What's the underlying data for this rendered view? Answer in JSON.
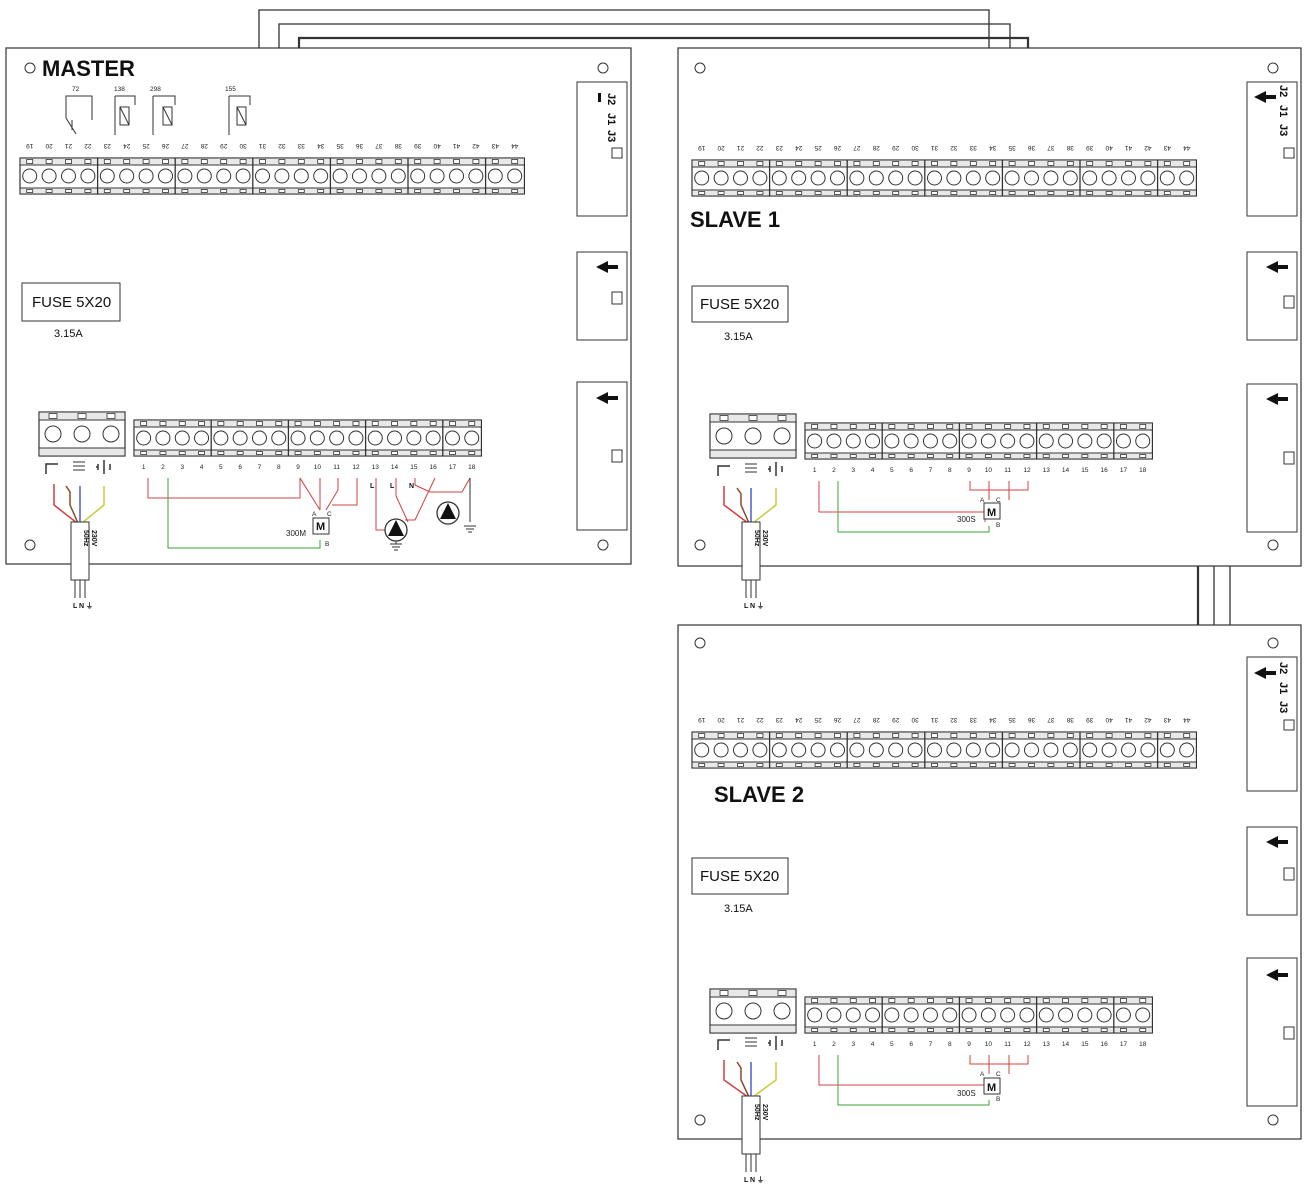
{
  "colors": {
    "line": "#333333",
    "red_wire": "#d04040",
    "green_wire": "#3aa33a",
    "blue_wire": "#4a5fd0",
    "yellow_wire": "#c9c93a",
    "brown_wire": "#8a4a2a"
  },
  "boards": [
    {
      "id": "master",
      "title": "MASTER",
      "fuse_label": "FUSE 5X20",
      "fuse_rating": "3.15A",
      "top_terminals": [
        "19",
        "20",
        "21",
        "22",
        "23",
        "24",
        "25",
        "26",
        "27",
        "28",
        "29",
        "30",
        "31",
        "32",
        "33",
        "34",
        "35",
        "36",
        "37",
        "38",
        "39",
        "40",
        "41",
        "42",
        "43",
        "44"
      ],
      "bottom_terminals": [
        "1",
        "2",
        "3",
        "4",
        "5",
        "6",
        "7",
        "8",
        "9",
        "10",
        "11",
        "12",
        "13",
        "14",
        "15",
        "16",
        "17",
        "18"
      ],
      "sensor_labels": [
        "72",
        "138",
        "298",
        "155"
      ],
      "connector_labels": [
        "J2",
        "J1",
        "J3"
      ],
      "motor_label": "300M",
      "motor_letter": "M",
      "motor_pins": [
        "A",
        "C",
        "B"
      ],
      "pump_labels": [
        "L",
        "L",
        "N"
      ],
      "cable_label": [
        "230V",
        "50Hz"
      ],
      "cable_ends": [
        "L",
        "N",
        "⏚"
      ]
    },
    {
      "id": "slave1",
      "title": "SLAVE 1",
      "fuse_label": "FUSE 5X20",
      "fuse_rating": "3.15A",
      "top_terminals": [
        "19",
        "20",
        "21",
        "22",
        "23",
        "24",
        "25",
        "26",
        "27",
        "28",
        "29",
        "30",
        "31",
        "32",
        "33",
        "34",
        "35",
        "36",
        "37",
        "38",
        "39",
        "40",
        "41",
        "42",
        "43",
        "44"
      ],
      "bottom_terminals": [
        "1",
        "2",
        "3",
        "4",
        "5",
        "6",
        "7",
        "8",
        "9",
        "10",
        "11",
        "12",
        "13",
        "14",
        "15",
        "16",
        "17",
        "18"
      ],
      "connector_labels": [
        "J2",
        "J1",
        "J3"
      ],
      "motor_label": "300S",
      "motor_letter": "M",
      "motor_pins": [
        "A",
        "C",
        "B"
      ],
      "cable_label": [
        "230V",
        "50Hz"
      ],
      "cable_ends": [
        "L",
        "N",
        "⏚"
      ]
    },
    {
      "id": "slave2",
      "title": "SLAVE 2",
      "fuse_label": "FUSE 5X20",
      "fuse_rating": "3.15A",
      "top_terminals": [
        "19",
        "20",
        "21",
        "22",
        "23",
        "24",
        "25",
        "26",
        "27",
        "28",
        "29",
        "30",
        "31",
        "32",
        "33",
        "34",
        "35",
        "36",
        "37",
        "38",
        "39",
        "40",
        "41",
        "42",
        "43",
        "44"
      ],
      "bottom_terminals": [
        "1",
        "2",
        "3",
        "4",
        "5",
        "6",
        "7",
        "8",
        "9",
        "10",
        "11",
        "12",
        "13",
        "14",
        "15",
        "16",
        "17",
        "18"
      ],
      "connector_labels": [
        "J2",
        "J1",
        "J3"
      ],
      "motor_label": "300S",
      "motor_letter": "M",
      "motor_pins": [
        "A",
        "C",
        "B"
      ],
      "cable_label": [
        "230V",
        "50Hz"
      ],
      "cable_ends": [
        "L",
        "N",
        "⏚"
      ]
    }
  ]
}
